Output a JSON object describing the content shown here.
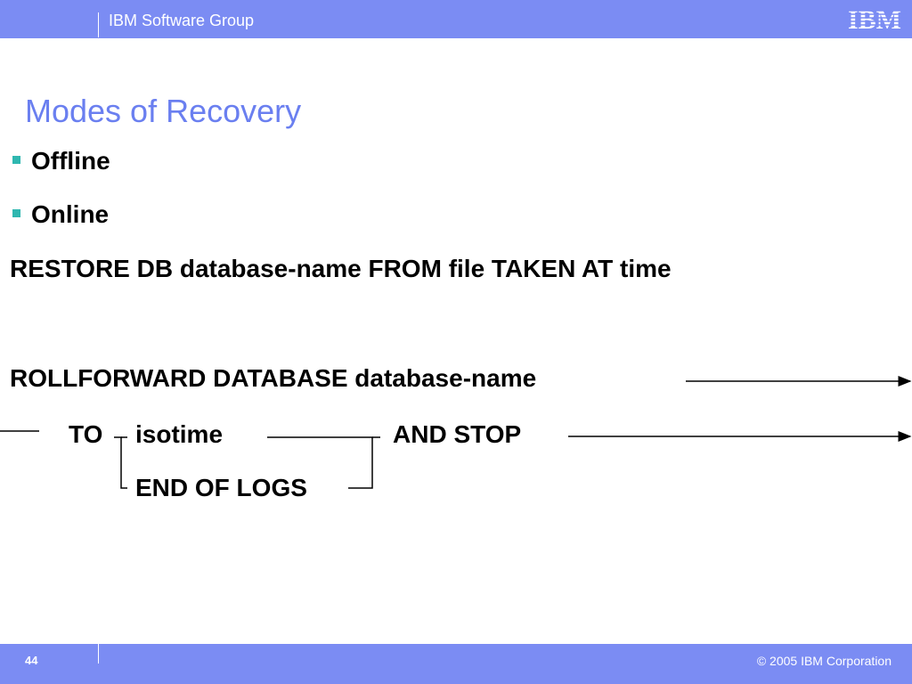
{
  "header": {
    "group_name": "IBM Software Group",
    "logo_text": "IBM"
  },
  "slide": {
    "title": "Modes of Recovery",
    "bullets": [
      "Offline",
      "Online"
    ],
    "restore_cmd": "RESTORE DB database-name FROM file TAKEN AT time",
    "rollforward": {
      "line1": "ROLLFORWARD DATABASE  database-name",
      "to": "TO",
      "isotime": "isotime",
      "and_stop": "AND STOP",
      "end_of_logs": "END OF LOGS"
    }
  },
  "footer": {
    "page_number": "44",
    "copyright": "© 2005 IBM Corporation"
  },
  "colors": {
    "bar": "#7b8cf3",
    "title": "#6a7ff0",
    "bullet_mark": "#2fb7b0"
  }
}
